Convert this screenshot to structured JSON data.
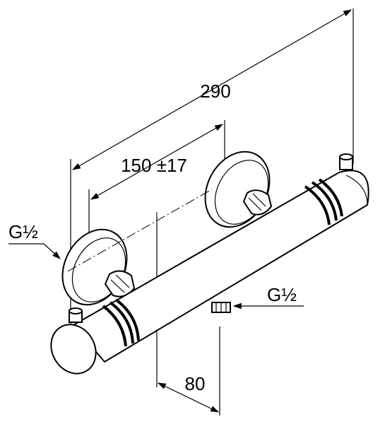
{
  "dimensions": {
    "overall_length": "290",
    "connection_spacing": "150 ±17",
    "outlet_offset": "80"
  },
  "thread_labels": {
    "inlet": "G½",
    "outlet": "G½"
  }
}
